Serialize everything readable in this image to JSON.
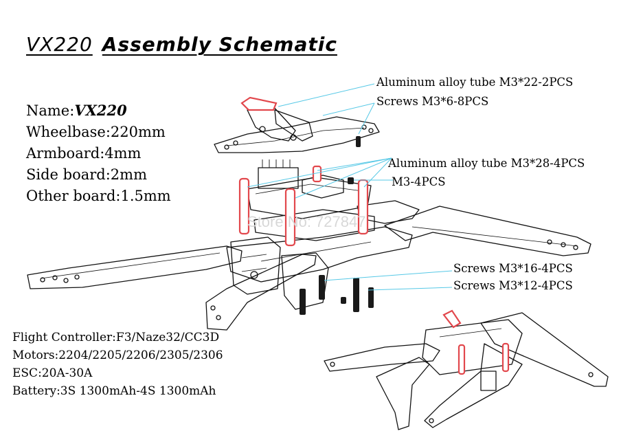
{
  "title": {
    "model": "VX220",
    "heading": "Assembly Schematic"
  },
  "specs": {
    "name_label": "Name:",
    "name_value": "VX220",
    "wheelbase": "Wheelbase:220mm",
    "armboard": "Armboard:4mm",
    "side_board": "Side board:2mm",
    "other_board": "Other board:1.5mm"
  },
  "callouts": {
    "tube_22": "Aluminum alloy tube M3*22-2PCS",
    "screws_6": "Screws M3*6-8PCS",
    "tube_28": "Aluminum alloy tube M3*28-4PCS",
    "m3_nuts": "M3-4PCS",
    "screws_16": "Screws M3*16-4PCS",
    "screws_12": "Screws M3*12-4PCS"
  },
  "compatibility": {
    "flight_controller": "Flight Controller:F3/Naze32/CC3D",
    "motors": "Motors:2204/2205/2206/2305/2306",
    "esc": "ESC:20A-30A",
    "battery": "Battery:3S 1300mAh-4S 1300mAh"
  },
  "watermark": "Store No: 727847",
  "colors": {
    "leader_line": "#55c8e6",
    "standoff": "#e2474c",
    "line_art": "#111111"
  },
  "icons": {
    "standoff": "red-aluminum-tube",
    "screw": "black-threaded-screw"
  }
}
